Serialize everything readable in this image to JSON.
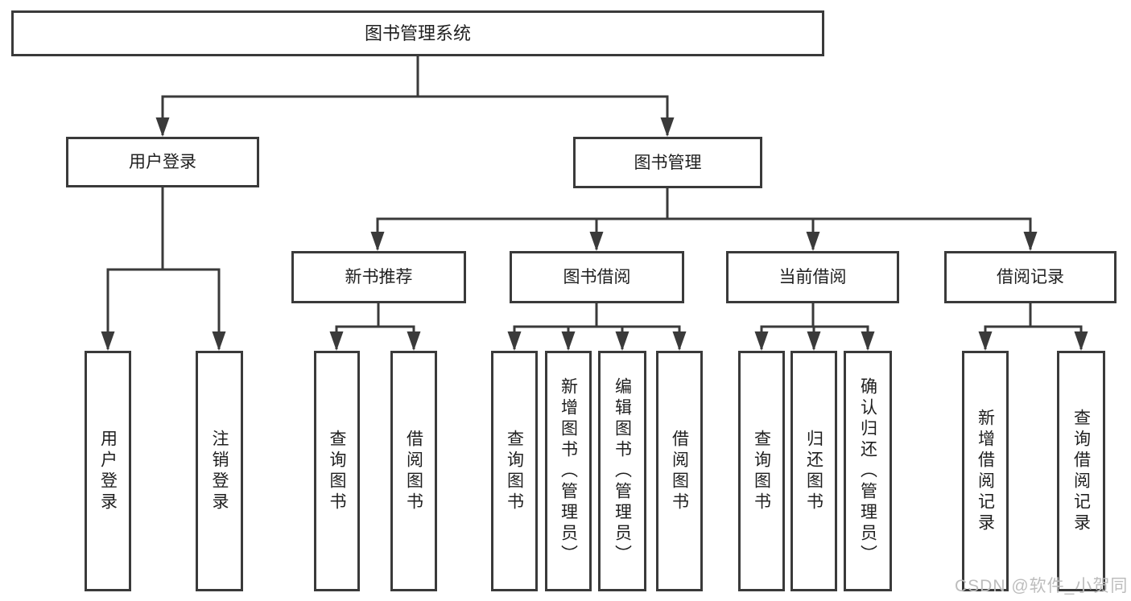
{
  "diagram": {
    "root": {
      "label": "图书管理系统"
    },
    "branches": [
      {
        "label": "用户登录",
        "children": [
          {
            "label": "用户登录"
          },
          {
            "label": "注销登录"
          }
        ]
      },
      {
        "label": "图书管理",
        "children": [
          {
            "label": "新书推荐",
            "children": [
              {
                "label": "查询图书"
              },
              {
                "label": "借阅图书"
              }
            ]
          },
          {
            "label": "图书借阅",
            "children": [
              {
                "label": "查询图书"
              },
              {
                "label": "新增图书（管理员）"
              },
              {
                "label": "编辑图书（管理员）"
              },
              {
                "label": "借阅图书"
              }
            ]
          },
          {
            "label": "当前借阅",
            "children": [
              {
                "label": "查询图书"
              },
              {
                "label": "归还图书"
              },
              {
                "label": "确认归还（管理员）"
              }
            ]
          },
          {
            "label": "借阅记录",
            "children": [
              {
                "label": "新增借阅记录"
              },
              {
                "label": "查询借阅记录"
              }
            ]
          }
        ]
      }
    ]
  },
  "watermark": {
    "text": "CSDN @软件_小贺同学"
  },
  "colors": {
    "line": "#3a3a3a",
    "text": "#1f1f1f",
    "background": "#ffffff",
    "watermark": "#bdbdbd"
  }
}
